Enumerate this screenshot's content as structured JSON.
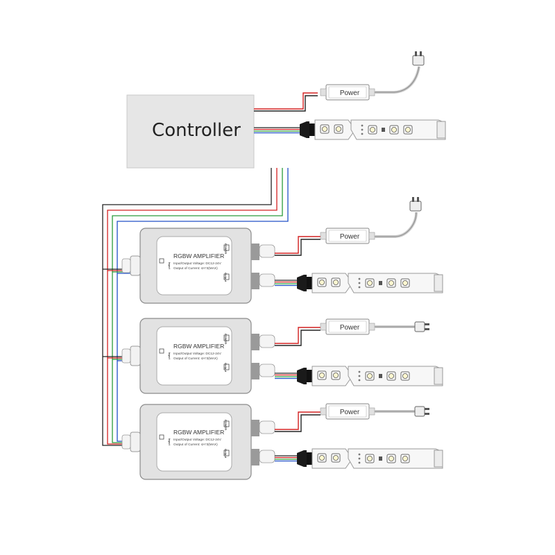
{
  "controller": {
    "label": "Controller"
  },
  "power_supply": {
    "label": "Power"
  },
  "amplifier": {
    "title": "RGBW AMPLIFIER",
    "spec_voltage": "Input/Output Voltage: DC12-24V",
    "spec_current": "Output of Current: 4A*3(MAX)",
    "port_power": "POWER",
    "port_output": "Output",
    "port_input": "Input"
  },
  "amplifiers": [
    {
      "id": "amp-1"
    },
    {
      "id": "amp-2"
    },
    {
      "id": "amp-3"
    }
  ],
  "colors": {
    "wire_red": "#d42020",
    "wire_green": "#2a9a3a",
    "wire_blue": "#2050c8",
    "wire_black": "#222222",
    "device_gray": "#e2e2e2",
    "controller_fill": "#e6e6e6"
  }
}
